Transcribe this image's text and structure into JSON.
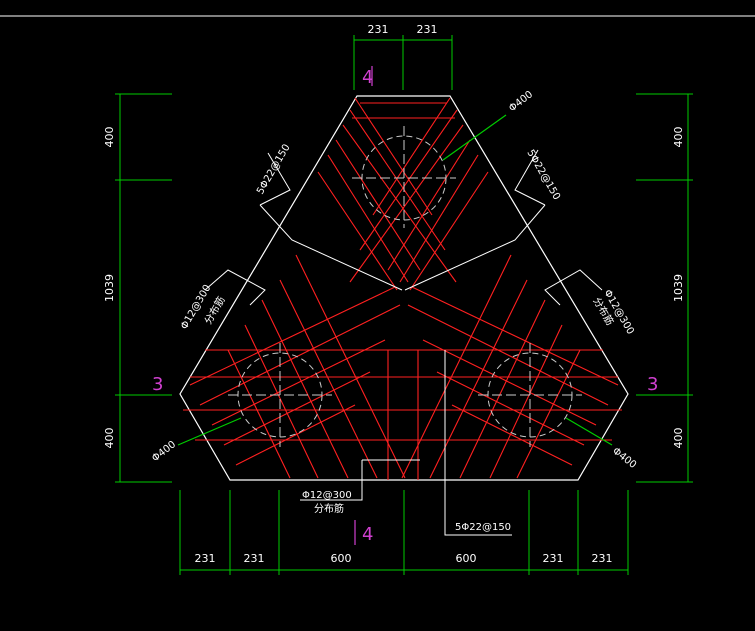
{
  "drawing": {
    "colors": {
      "background": "#000000",
      "outline": "#ffffff",
      "rebar": "#ff2020",
      "dimension": "#00cc00",
      "axis": "#d040d0",
      "pile_circle": "#cccccc"
    },
    "axis_marks": {
      "left": "3",
      "right": "3",
      "top": "4",
      "bottom": "4"
    },
    "top_dims": [
      "231",
      "231"
    ],
    "bottom_dims": [
      "231",
      "231",
      "600",
      "600",
      "231",
      "231"
    ],
    "left_dims": [
      "400",
      "1039",
      "400"
    ],
    "right_dims": [
      "400",
      "1039",
      "400"
    ],
    "pile_labels": {
      "top": "Φ400",
      "left": "Φ400",
      "right": "Φ400"
    },
    "rebar_labels": {
      "top_left": "5Φ22@150",
      "top_right": "5Φ22@150",
      "left_mid": "Φ12@300",
      "left_mid_sub": "分布筋",
      "right_mid": "Φ12@300",
      "right_mid_sub": "分布筋",
      "bottom_center": "Φ12@300",
      "bottom_center_sub": "分布筋",
      "bottom_right": "5Φ22@150"
    }
  }
}
